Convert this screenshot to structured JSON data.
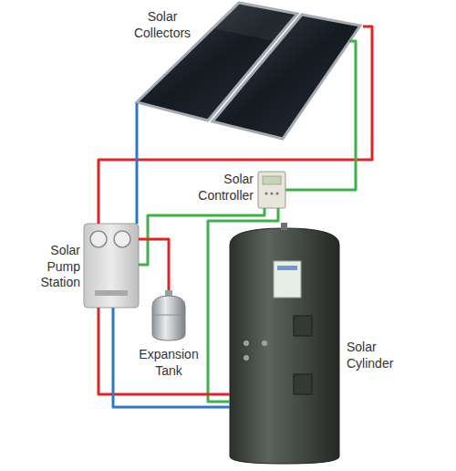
{
  "diagram": {
    "nodes": [
      {
        "text": [
          "Solar Collectors"
        ]
      },
      {
        "text": [
          "Solar Controller"
        ]
      },
      {
        "text": [
          "Solar Pump Station"
        ]
      },
      {
        "text": [
          "Expansion Tank"
        ]
      },
      {
        "text": [
          "Solar Cylinder"
        ]
      }
    ],
    "edges": [
      {
        "from": 0,
        "to": 2,
        "arrow": "none"
      },
      {
        "from": 0,
        "to": 2,
        "arrow": "none"
      },
      {
        "from": 0,
        "to": 1,
        "arrow": "none"
      },
      {
        "from": 1,
        "to": 2,
        "arrow": "none"
      },
      {
        "from": 1,
        "to": 4,
        "arrow": "none"
      },
      {
        "from": 2,
        "to": 3,
        "arrow": "none"
      },
      {
        "from": 2,
        "to": 4,
        "arrow": "none"
      },
      {
        "from": 2,
        "to": 4,
        "arrow": "none"
      }
    ]
  }
}
